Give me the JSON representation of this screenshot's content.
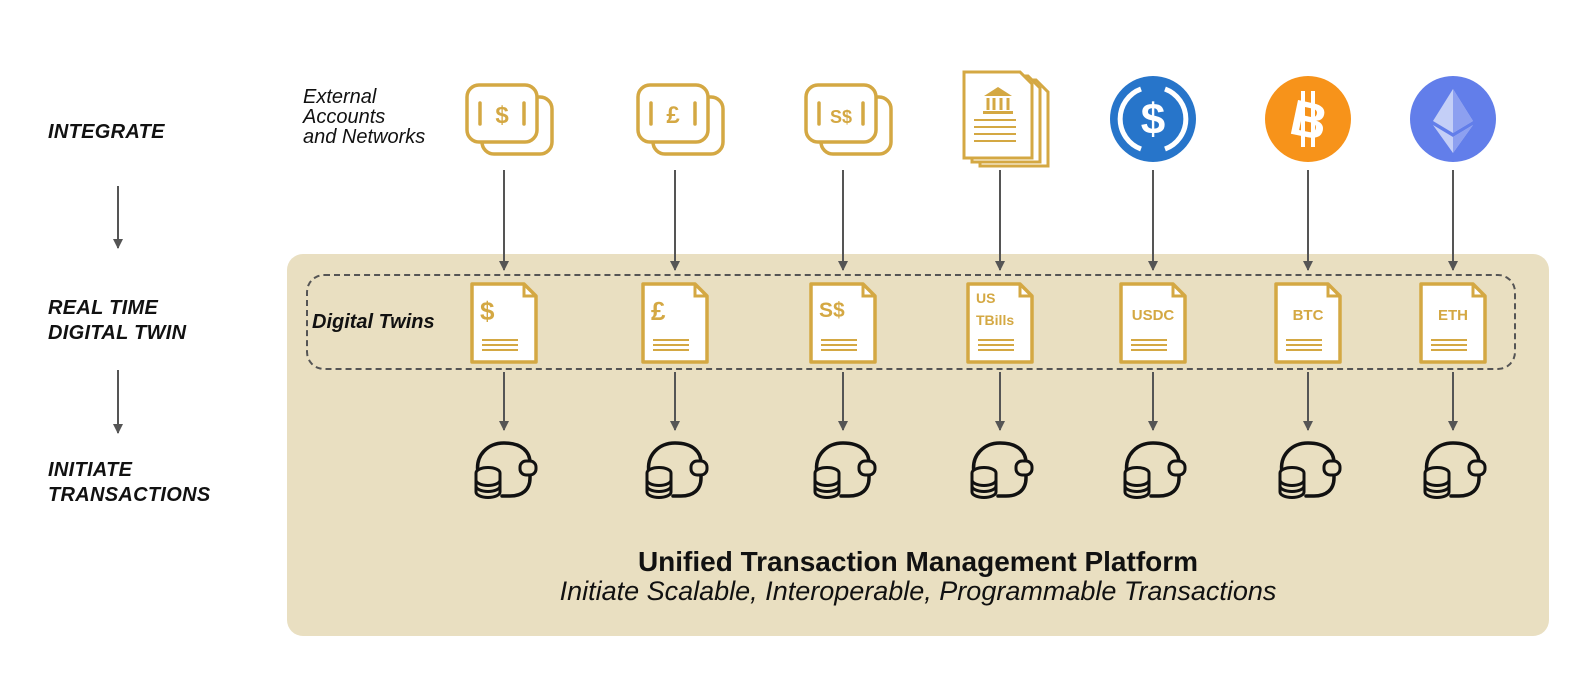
{
  "steps": {
    "integrate": "INTEGRATE",
    "twin_line1": "REAL TIME",
    "twin_line2": "DIGITAL TWIN",
    "initiate_line1": "INITIATE",
    "initiate_line2": "TRANSACTIONS"
  },
  "external_label": {
    "line1": "External",
    "line2": "Accounts",
    "line3": "and Networks"
  },
  "digital_twins_label": "Digital Twins",
  "platform": {
    "title": "Unified Transaction Management Platform",
    "subtitle": "Initiate Scalable, Interoperable, Programmable Transactions"
  },
  "assets": [
    {
      "source_icon": "dollar-cash-icon",
      "source_symbol": "$",
      "twin_label": "$",
      "twin_label2": ""
    },
    {
      "source_icon": "pound-cash-icon",
      "source_symbol": "£",
      "twin_label": "£",
      "twin_label2": ""
    },
    {
      "source_icon": "sgd-cash-icon",
      "source_symbol": "S$",
      "twin_label": "S$",
      "twin_label2": ""
    },
    {
      "source_icon": "bank-documents-icon",
      "source_symbol": "",
      "twin_label": "US",
      "twin_label2": "TBills"
    },
    {
      "source_icon": "usdc-coin-icon",
      "source_symbol": "$",
      "twin_label": "USDC",
      "twin_label2": ""
    },
    {
      "source_icon": "bitcoin-icon",
      "source_symbol": "B",
      "twin_label": "BTC",
      "twin_label2": ""
    },
    {
      "source_icon": "ethereum-icon",
      "source_symbol": "",
      "twin_label": "ETH",
      "twin_label2": ""
    }
  ],
  "colors": {
    "gold": "#d4a843",
    "platform_bg": "#e9dfc1",
    "usdc_blue": "#2775ca",
    "bitcoin_orange": "#f7931a",
    "ethereum_blue": "#627eea",
    "arrow": "#555555"
  }
}
